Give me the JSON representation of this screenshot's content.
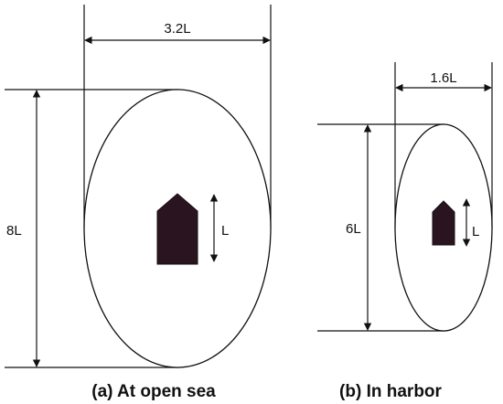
{
  "panel_a": {
    "width_label": "3.2L",
    "height_label": "8L",
    "ship_label": "L",
    "caption": "(a) At open sea"
  },
  "panel_b": {
    "width_label": "1.6L",
    "height_label": "6L",
    "ship_label": "L",
    "caption": "(b) In harbor"
  },
  "colors": {
    "ship_fill": "#2a1420",
    "line": "#111111"
  }
}
